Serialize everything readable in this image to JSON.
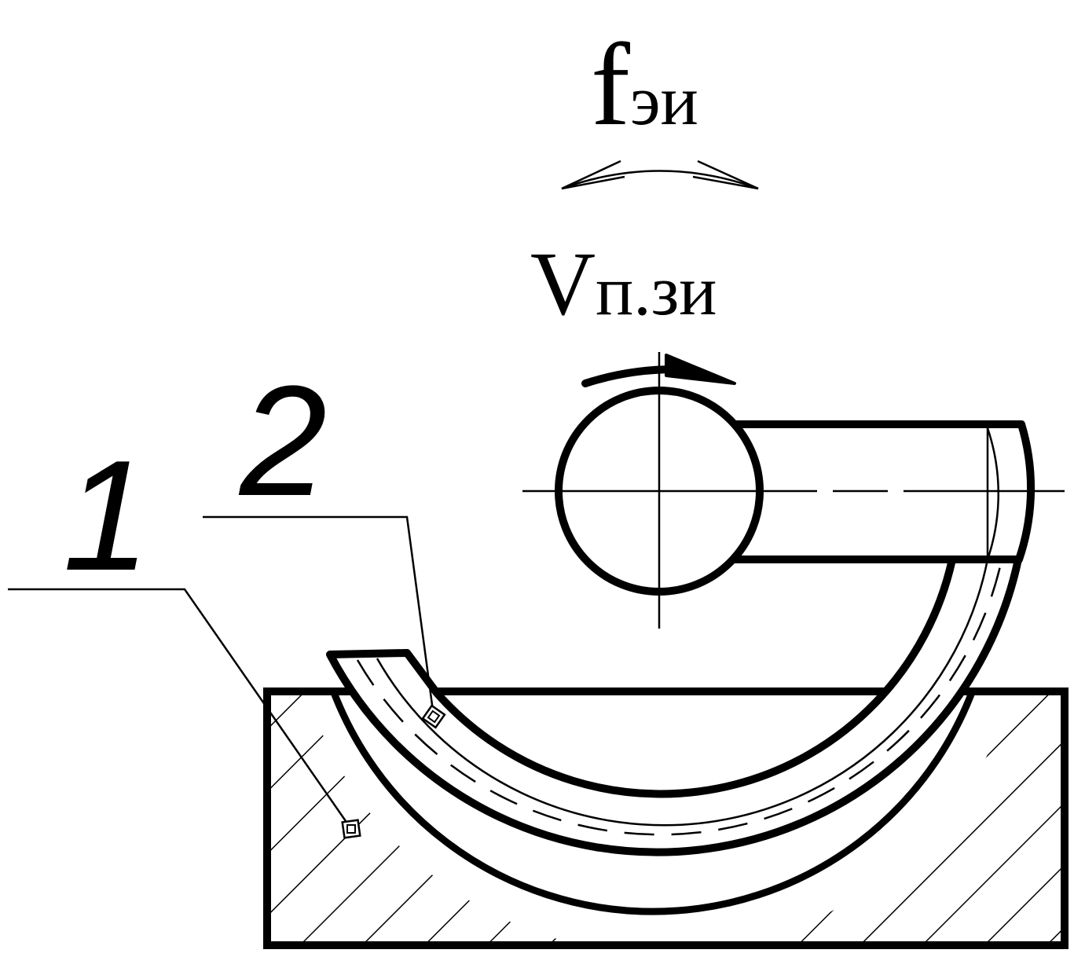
{
  "labels": {
    "feed": {
      "main": "f",
      "sub": "эи"
    },
    "speed": {
      "main": "V",
      "sub": "п.зи"
    },
    "part_1": "1",
    "part_2": "2"
  },
  "colors": {
    "line": "#000000",
    "background": "#ffffff"
  }
}
